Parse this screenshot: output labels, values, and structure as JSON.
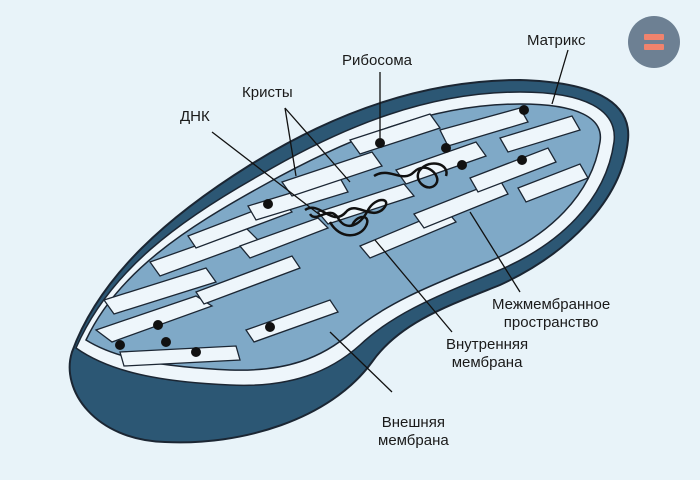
{
  "labels": {
    "matrix": "Матрикс",
    "ribosome": "Рибосома",
    "cristae": "Кристы",
    "dna": "ДНК",
    "intermembrane_space": [
      "Межмембранное",
      "пространство"
    ],
    "inner_membrane": [
      "Внутренняя",
      "мембрана"
    ],
    "outer_membrane": [
      "Внешняя",
      "мембрана"
    ]
  },
  "badge": {
    "icon": "equals-icon",
    "accent": "#f0836d",
    "background": "#6d8093"
  },
  "colors": {
    "background": "#e8f3f9",
    "outer_membrane": "#2c5774",
    "matrix": "#7fa9c7",
    "membrane_light": "#eef6fb",
    "outline": "#1b2633"
  }
}
